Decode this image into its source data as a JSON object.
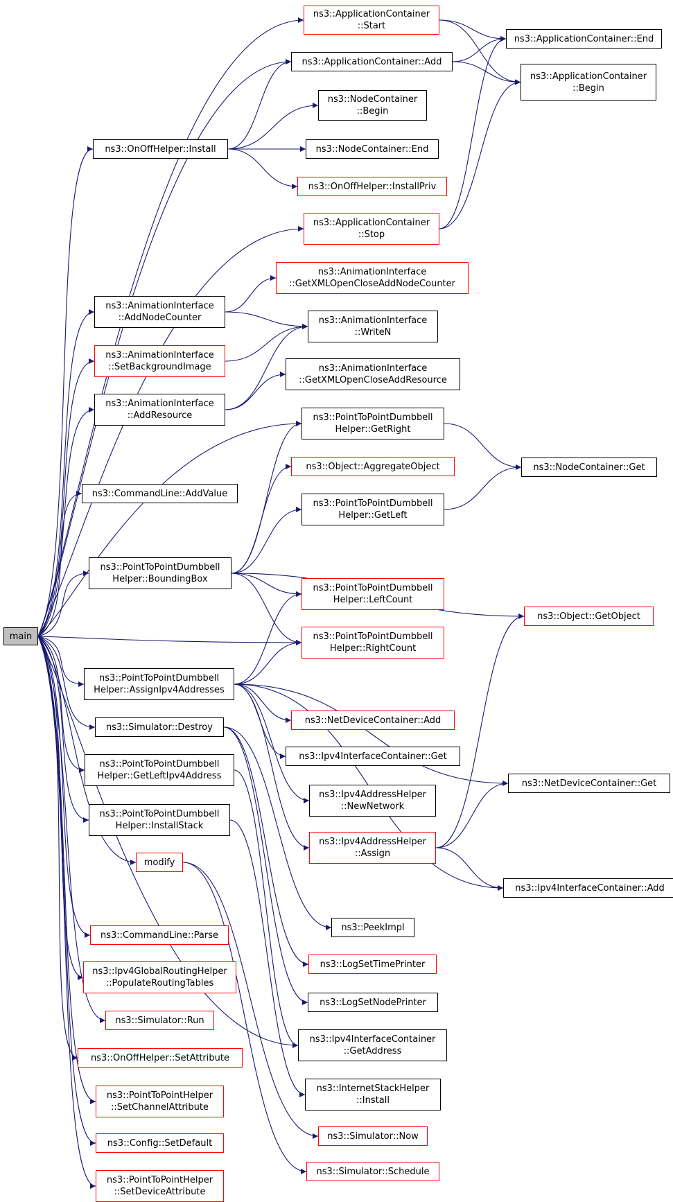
{
  "colors": {
    "edge": "#191970",
    "border_default": "#000000",
    "border_undocumented": "#ff0000",
    "root_fill": "#bfbfbf"
  },
  "nodes": {
    "main": {
      "lines": [
        "main"
      ],
      "border": "black",
      "root": true
    },
    "appStart": {
      "lines": [
        "ns3::ApplicationContainer",
        "::Start"
      ],
      "border": "red"
    },
    "appEnd": {
      "lines": [
        "ns3::ApplicationContainer::End"
      ],
      "border": "black"
    },
    "appAdd": {
      "lines": [
        "ns3::ApplicationContainer::Add"
      ],
      "border": "black"
    },
    "appBegin": {
      "lines": [
        "ns3::ApplicationContainer",
        "::Begin"
      ],
      "border": "black"
    },
    "ncBegin": {
      "lines": [
        "ns3::NodeContainer",
        "::Begin"
      ],
      "border": "black"
    },
    "onoffInstall": {
      "lines": [
        "ns3::OnOffHelper::Install"
      ],
      "border": "black"
    },
    "ncEnd": {
      "lines": [
        "ns3::NodeContainer::End"
      ],
      "border": "black"
    },
    "onoffInstallPriv": {
      "lines": [
        "ns3::OnOffHelper::InstallPriv"
      ],
      "border": "red"
    },
    "appStop": {
      "lines": [
        "ns3::ApplicationContainer",
        "::Stop"
      ],
      "border": "red"
    },
    "aiGetXmlNodeCounter": {
      "lines": [
        "ns3::AnimationInterface",
        "::GetXMLOpenCloseAddNodeCounter"
      ],
      "border": "red"
    },
    "aiAddNodeCounter": {
      "lines": [
        "ns3::AnimationInterface",
        "::AddNodeCounter"
      ],
      "border": "black"
    },
    "aiWriteN": {
      "lines": [
        "ns3::AnimationInterface",
        "::WriteN"
      ],
      "border": "black"
    },
    "aiSetBackground": {
      "lines": [
        "ns3::AnimationInterface",
        "::SetBackgroundImage"
      ],
      "border": "red"
    },
    "aiGetXmlResource": {
      "lines": [
        "ns3::AnimationInterface",
        "::GetXMLOpenCloseAddResource"
      ],
      "border": "black"
    },
    "aiAddResource": {
      "lines": [
        "ns3::AnimationInterface",
        "::AddResource"
      ],
      "border": "black"
    },
    "p2pGetRight": {
      "lines": [
        "ns3::PointToPointDumbbell",
        "Helper::GetRight"
      ],
      "border": "black"
    },
    "objAggregate": {
      "lines": [
        "ns3::Object::AggregateObject"
      ],
      "border": "red"
    },
    "ncGet": {
      "lines": [
        "ns3::NodeContainer::Get"
      ],
      "border": "black"
    },
    "cmdAddValue": {
      "lines": [
        "ns3::CommandLine::AddValue"
      ],
      "border": "black"
    },
    "p2pGetLeft": {
      "lines": [
        "ns3::PointToPointDumbbell",
        "Helper::GetLeft"
      ],
      "border": "black"
    },
    "p2pBoundingBox": {
      "lines": [
        "ns3::PointToPointDumbbell",
        "Helper::BoundingBox"
      ],
      "border": "black"
    },
    "p2pLeftCount": {
      "lines": [
        "ns3::PointToPointDumbbell",
        "Helper::LeftCount"
      ],
      "border": "red"
    },
    "objGetObject": {
      "lines": [
        "ns3::Object::GetObject"
      ],
      "border": "red"
    },
    "p2pRightCount": {
      "lines": [
        "ns3::PointToPointDumbbell",
        "Helper::RightCount"
      ],
      "border": "red"
    },
    "p2pAssignIpv4": {
      "lines": [
        "ns3::PointToPointDumbbell",
        "Helper::AssignIpv4Addresses"
      ],
      "border": "black"
    },
    "ndcAdd": {
      "lines": [
        "ns3::NetDeviceContainer::Add"
      ],
      "border": "red"
    },
    "simDestroy": {
      "lines": [
        "ns3::Simulator::Destroy"
      ],
      "border": "black"
    },
    "ipv4IcGet": {
      "lines": [
        "ns3::Ipv4InterfaceContainer::Get"
      ],
      "border": "black"
    },
    "p2pGetLeftIpv4": {
      "lines": [
        "ns3::PointToPointDumbbell",
        "Helper::GetLeftIpv4Address"
      ],
      "border": "black"
    },
    "ndcGet": {
      "lines": [
        "ns3::NetDeviceContainer::Get"
      ],
      "border": "black"
    },
    "ipv4NewNetwork": {
      "lines": [
        "ns3::Ipv4AddressHelper",
        "::NewNetwork"
      ],
      "border": "black"
    },
    "p2pInstallStack": {
      "lines": [
        "ns3::PointToPointDumbbell",
        "Helper::InstallStack"
      ],
      "border": "black"
    },
    "ipv4Assign": {
      "lines": [
        "ns3::Ipv4AddressHelper",
        "::Assign"
      ],
      "border": "red"
    },
    "modify": {
      "lines": [
        "modify"
      ],
      "border": "red"
    },
    "ipv4IcAdd": {
      "lines": [
        "ns3::Ipv4InterfaceContainer::Add"
      ],
      "border": "black"
    },
    "peekImpl": {
      "lines": [
        "ns3::PeekImpl"
      ],
      "border": "black"
    },
    "cmdParse": {
      "lines": [
        "ns3::CommandLine::Parse"
      ],
      "border": "red"
    },
    "logSetTimePrinter": {
      "lines": [
        "ns3::LogSetTimePrinter"
      ],
      "border": "red"
    },
    "ipv4GlobalRouting": {
      "lines": [
        "ns3::Ipv4GlobalRoutingHelper",
        "::PopulateRoutingTables"
      ],
      "border": "red"
    },
    "logSetNodePrinter": {
      "lines": [
        "ns3::LogSetNodePrinter"
      ],
      "border": "black"
    },
    "simRun": {
      "lines": [
        "ns3::Simulator::Run"
      ],
      "border": "red"
    },
    "ipv4IcGetAddress": {
      "lines": [
        "ns3::Ipv4InterfaceContainer",
        "::GetAddress"
      ],
      "border": "black"
    },
    "onoffSetAttribute": {
      "lines": [
        "ns3::OnOffHelper::SetAttribute"
      ],
      "border": "red"
    },
    "internetStackInstall": {
      "lines": [
        "ns3::InternetStackHelper",
        "::Install"
      ],
      "border": "black"
    },
    "p2pSetChannelAttr": {
      "lines": [
        "ns3::PointToPointHelper",
        "::SetChannelAttribute"
      ],
      "border": "red"
    },
    "simNow": {
      "lines": [
        "ns3::Simulator::Now"
      ],
      "border": "red"
    },
    "configSetDefault": {
      "lines": [
        "ns3::Config::SetDefault"
      ],
      "border": "red"
    },
    "simSchedule": {
      "lines": [
        "ns3::Simulator::Schedule"
      ],
      "border": "red"
    },
    "p2pSetDeviceAttr": {
      "lines": [
        "ns3::PointToPointHelper",
        "::SetDeviceAttribute"
      ],
      "border": "red"
    }
  },
  "edges": [
    [
      "main",
      "appStart"
    ],
    [
      "main",
      "appAdd"
    ],
    [
      "main",
      "onoffInstall"
    ],
    [
      "main",
      "appStop"
    ],
    [
      "main",
      "aiAddNodeCounter"
    ],
    [
      "main",
      "aiSetBackground"
    ],
    [
      "main",
      "aiAddResource"
    ],
    [
      "main",
      "p2pGetRight"
    ],
    [
      "main",
      "cmdAddValue"
    ],
    [
      "main",
      "p2pBoundingBox"
    ],
    [
      "main",
      "p2pRightCount"
    ],
    [
      "main",
      "p2pAssignIpv4"
    ],
    [
      "main",
      "simDestroy"
    ],
    [
      "main",
      "p2pGetLeftIpv4"
    ],
    [
      "main",
      "p2pInstallStack"
    ],
    [
      "main",
      "modify"
    ],
    [
      "main",
      "ipv4IcGetAddress"
    ],
    [
      "main",
      "cmdParse"
    ],
    [
      "main",
      "ipv4GlobalRouting"
    ],
    [
      "main",
      "simRun"
    ],
    [
      "main",
      "onoffSetAttribute"
    ],
    [
      "main",
      "p2pSetChannelAttr"
    ],
    [
      "main",
      "configSetDefault"
    ],
    [
      "main",
      "p2pSetDeviceAttr"
    ],
    [
      "appStart",
      "appEnd"
    ],
    [
      "appStart",
      "appBegin"
    ],
    [
      "appAdd",
      "appEnd"
    ],
    [
      "appAdd",
      "appBegin"
    ],
    [
      "onoffInstall",
      "appAdd"
    ],
    [
      "onoffInstall",
      "ncBegin"
    ],
    [
      "onoffInstall",
      "ncEnd"
    ],
    [
      "onoffInstall",
      "onoffInstallPriv"
    ],
    [
      "appStop",
      "appEnd"
    ],
    [
      "appStop",
      "appBegin"
    ],
    [
      "aiAddNodeCounter",
      "aiGetXmlNodeCounter"
    ],
    [
      "aiAddNodeCounter",
      "aiWriteN"
    ],
    [
      "aiSetBackground",
      "aiWriteN"
    ],
    [
      "aiAddResource",
      "aiWriteN"
    ],
    [
      "aiAddResource",
      "aiGetXmlResource"
    ],
    [
      "p2pGetRight",
      "ncGet"
    ],
    [
      "p2pGetLeft",
      "ncGet"
    ],
    [
      "p2pBoundingBox",
      "p2pGetRight"
    ],
    [
      "p2pBoundingBox",
      "objAggregate"
    ],
    [
      "p2pBoundingBox",
      "p2pGetLeft"
    ],
    [
      "p2pBoundingBox",
      "objGetObject"
    ],
    [
      "p2pBoundingBox",
      "p2pLeftCount"
    ],
    [
      "p2pBoundingBox",
      "p2pRightCount"
    ],
    [
      "p2pAssignIpv4",
      "p2pLeftCount"
    ],
    [
      "p2pAssignIpv4",
      "p2pRightCount"
    ],
    [
      "p2pAssignIpv4",
      "ndcGet"
    ],
    [
      "p2pAssignIpv4",
      "ndcAdd"
    ],
    [
      "p2pAssignIpv4",
      "ipv4IcGet"
    ],
    [
      "p2pAssignIpv4",
      "ipv4NewNetwork"
    ],
    [
      "p2pAssignIpv4",
      "ipv4Assign"
    ],
    [
      "p2pAssignIpv4",
      "ipv4IcAdd"
    ],
    [
      "ipv4Assign",
      "objGetObject"
    ],
    [
      "ipv4Assign",
      "ndcGet"
    ],
    [
      "ipv4Assign",
      "ipv4IcAdd"
    ],
    [
      "simDestroy",
      "peekImpl"
    ],
    [
      "simDestroy",
      "logSetTimePrinter"
    ],
    [
      "simDestroy",
      "logSetNodePrinter"
    ],
    [
      "p2pGetLeftIpv4",
      "ipv4IcGetAddress"
    ],
    [
      "p2pInstallStack",
      "internetStackInstall"
    ],
    [
      "modify",
      "simNow"
    ],
    [
      "modify",
      "simSchedule"
    ]
  ]
}
